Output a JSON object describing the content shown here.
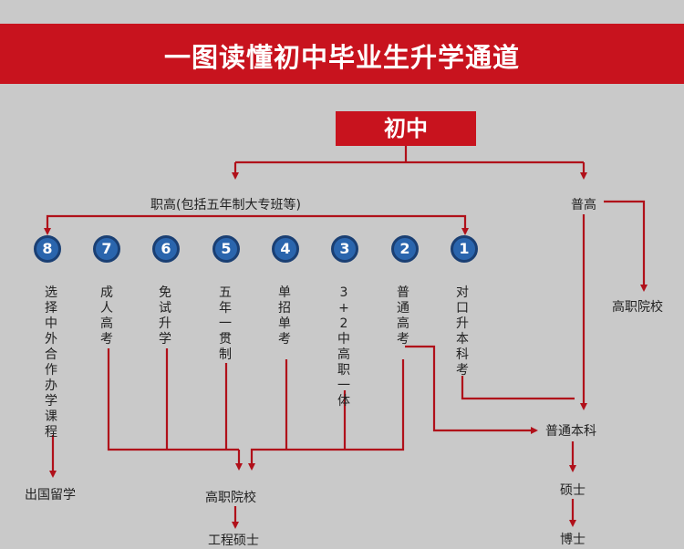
{
  "title": "一图读懂初中毕业生升学通道",
  "root": "初中",
  "left_branch": "职高(包括五年制大专班等)",
  "right_branch": "普高",
  "vocational_paths": [
    {
      "num": "1",
      "text": "对口升本科考"
    },
    {
      "num": "2",
      "text": "普通高考"
    },
    {
      "num": "3",
      "text": "3+2中高职一体"
    },
    {
      "num": "4",
      "text": "单招单考"
    },
    {
      "num": "5",
      "text": "五年一贯制"
    },
    {
      "num": "6",
      "text": "免试升学"
    },
    {
      "num": "7",
      "text": "成人高考"
    },
    {
      "num": "8",
      "text": "选择中外合作办学课程"
    }
  ],
  "outcomes": {
    "general_college": "高职院校",
    "bachelor": "普通本科",
    "master": "硕士",
    "doctor": "博士",
    "vocational_college": "高职院校",
    "engineering_master": "工程硕士",
    "study_abroad": "出国留学"
  },
  "colors": {
    "accent": "#c8131e",
    "circle": "#2a65ad",
    "arrow": "#b0101a"
  }
}
